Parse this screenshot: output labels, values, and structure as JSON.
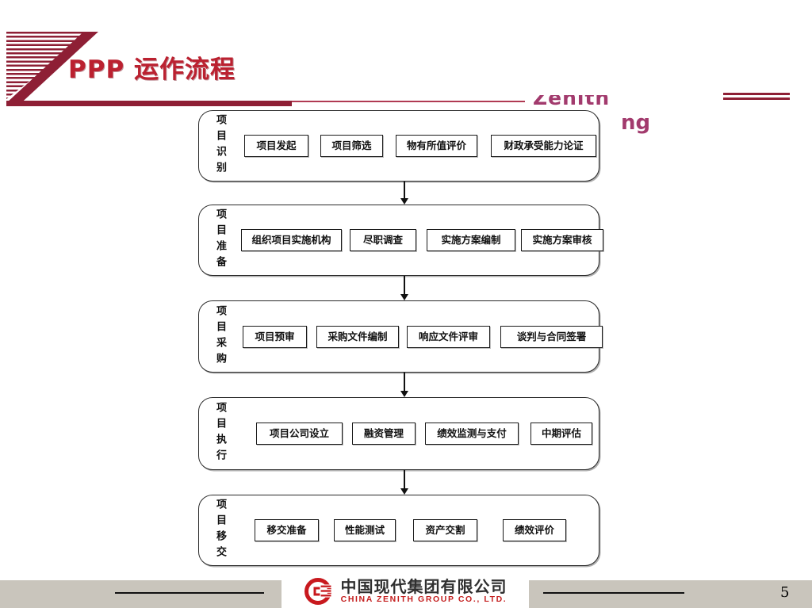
{
  "slide": {
    "title": "PPP 运作流程",
    "page_number": "5"
  },
  "watermark": {
    "line1": "Zenith",
    "line2": "ng"
  },
  "flowchart": {
    "stages": [
      {
        "label": "项目识别",
        "boxes": [
          "项目发起",
          "项目筛选",
          "物有所值评价",
          "财政承受能力论证"
        ]
      },
      {
        "label": "项目准备",
        "boxes": [
          "组织项目实施机构",
          "尽职调查",
          "实施方案编制",
          "实施方案审核"
        ]
      },
      {
        "label": "项目采购",
        "boxes": [
          "项目预审",
          "采购文件编制",
          "响应文件评审",
          "谈判与合同签署"
        ]
      },
      {
        "label": "项目执行",
        "boxes": [
          "项目公司设立",
          "融资管理",
          "绩效监测与支付",
          "中期评估"
        ]
      },
      {
        "label": "项目移交",
        "boxes": [
          "移交准备",
          "性能测试",
          "资产交割",
          "绩效评价"
        ]
      }
    ]
  },
  "footer": {
    "company_cn": "中国现代集团有限公司",
    "company_en": "CHINA ZENITH GROUP CO., LTD."
  },
  "colors": {
    "accent_dark_red": "#8e1f35",
    "title_red": "#bb2130",
    "watermark_purple": "#a23a6d",
    "footer_gray": "#c9c5bc",
    "logo_red": "#c8191e",
    "box_border": "#1a1a1a"
  }
}
